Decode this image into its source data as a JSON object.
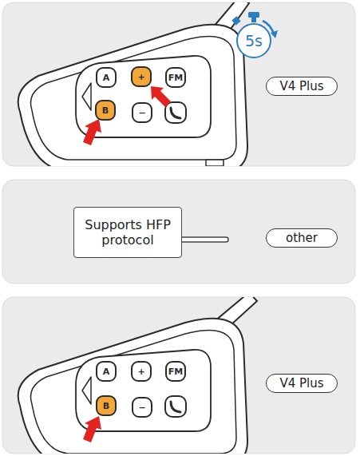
{
  "diagram": {
    "nodes": [
      {
        "text": [
          "5s"
        ]
      },
      {
        "text": [
          "A"
        ]
      },
      {
        "text": [
          "+"
        ]
      },
      {
        "text": [
          "FM"
        ]
      },
      {
        "text": [
          "B"
        ]
      },
      {
        "text": [
          "−"
        ]
      },
      {
        "text": [
          "V4 Plus"
        ]
      },
      {
        "text": [
          "Supports HFP protocol"
        ]
      },
      {
        "text": [
          "other"
        ]
      },
      {
        "text": [
          "A"
        ]
      },
      {
        "text": [
          "+"
        ]
      },
      {
        "text": [
          "FM"
        ]
      },
      {
        "text": [
          "B"
        ]
      },
      {
        "text": [
          "−"
        ]
      },
      {
        "text": [
          "V4 Plus"
        ]
      }
    ]
  }
}
